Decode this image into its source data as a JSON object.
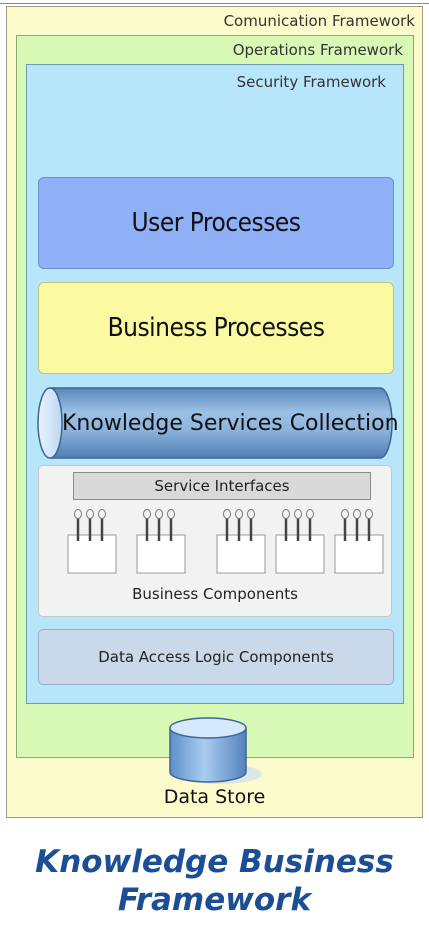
{
  "frameworks": {
    "communication": "Comunication Framework",
    "operations": "Operations Framework",
    "security": "Security Framework"
  },
  "layers": {
    "user": "User Processes",
    "business": "Business Processes",
    "knowledge": "Knowledge Services Collection",
    "service_interfaces": "Service Interfaces",
    "business_components": "Business Components",
    "data_access": "Data Access Logic Components"
  },
  "data_store": "Data Store",
  "caption_line1": "Knowledge Business",
  "caption_line2": "Framework",
  "component_count": 5
}
